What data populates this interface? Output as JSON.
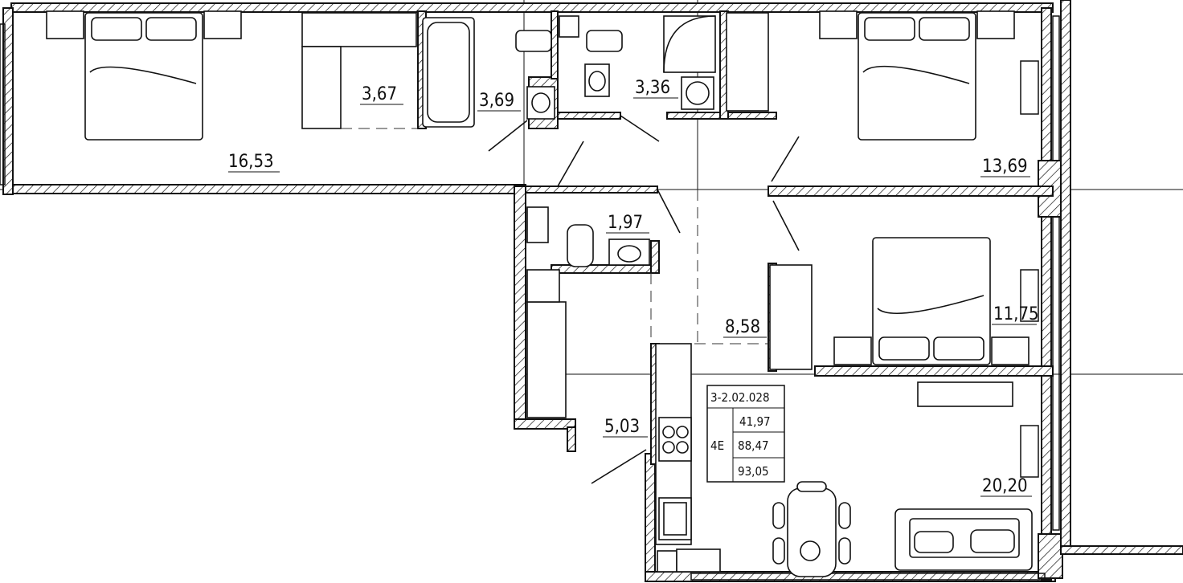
{
  "rooms": [
    {
      "id": "bedroom-1",
      "area": "16,53"
    },
    {
      "id": "wardrobe-room",
      "area": "3,67"
    },
    {
      "id": "bathroom",
      "area": "3,69"
    },
    {
      "id": "shower-room",
      "area": "3,36"
    },
    {
      "id": "bedroom-2",
      "area": "13,69"
    },
    {
      "id": "toilet",
      "area": "1,97"
    },
    {
      "id": "hall",
      "area": "8,58"
    },
    {
      "id": "bedroom-3",
      "area": "11,75"
    },
    {
      "id": "kitchen",
      "area": "5,03"
    },
    {
      "id": "living-room",
      "area": "20,20"
    }
  ],
  "apartment": {
    "code": "3-2.02.028",
    "type": "4E",
    "living_area": "41,97",
    "total_area": "88,47",
    "total_area_with_balcony": "93,05"
  }
}
